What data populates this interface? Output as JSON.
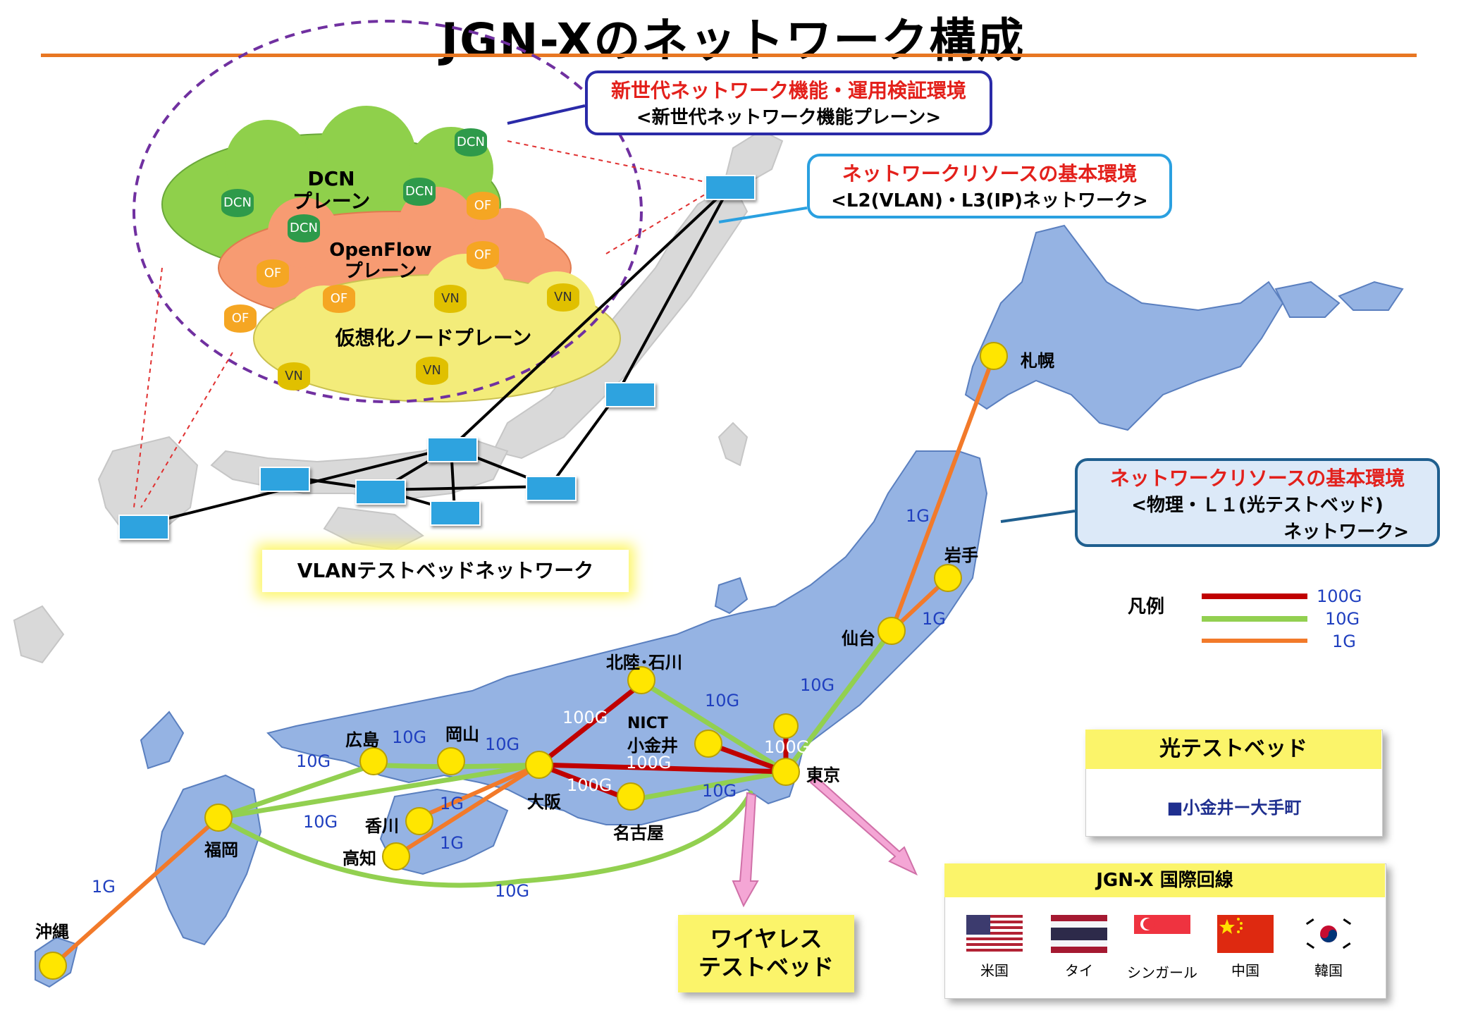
{
  "title": "JGN-Xのネットワーク構成",
  "callouts": {
    "nextgen": {
      "line1": "新世代ネットワーク機能・運用検証環境",
      "line2": "<新世代ネットワーク機能プレーン>"
    },
    "l2l3": {
      "line1": "ネットワークリソースの基本環境",
      "line2": "<L2(VLAN)・L3(IP)ネットワーク>"
    },
    "l1": {
      "line1": "ネットワークリソースの基本環境",
      "line2": "<物理・Ｌ１(光テストベッド)",
      "line3": "ネットワーク>"
    }
  },
  "planes": {
    "dcn": {
      "line1": "DCN",
      "line2": "プレーン",
      "node_label": "DCN"
    },
    "openflow": {
      "line1": "OpenFlow",
      "line2": "プレーン",
      "node_label": "OF"
    },
    "vn": {
      "line1": "仮想化ノードプレーン",
      "node_label": "VN"
    }
  },
  "vlan_label": "VLANテストベッドネットワーク",
  "legend": {
    "title": "凡例",
    "items": [
      {
        "label": "100G",
        "color": "#c00000"
      },
      {
        "label": "10G",
        "color": "#92d050"
      },
      {
        "label": "1G",
        "color": "#f27a2a"
      }
    ]
  },
  "cities": {
    "sapporo": "札幌",
    "iwate": "岩手",
    "sendai": "仙台",
    "tokyo": "東京",
    "hokuriku": "北陸･石川",
    "nict": "NICT",
    "koganei": "小金井",
    "osaka": "大阪",
    "nagoya": "名古屋",
    "okayama": "岡山",
    "hiroshima": "広島",
    "kagawa": "香川",
    "kochi": "高知",
    "fukuoka": "福岡",
    "okinawa": "沖縄"
  },
  "link_labels": {
    "sapporo_sendai": "1G",
    "iwate_sendai": "1G",
    "sendai_tokyo": "10G",
    "hokuriku_tokyo": "10G",
    "tokyo_top": "100G",
    "osaka_hokuriku": "100G",
    "osaka_tokyo": "100G",
    "osaka_nagoya": "100G",
    "nagoya_tokyo": "10G",
    "okayama_osaka": "10G",
    "hiroshima_okayama": "10G",
    "fukuoka_hiroshima": "10G",
    "fukuoka_osaka": "10G",
    "kagawa_osaka": "1G",
    "kochi_osaka": "1G",
    "fukuoka_tokyo": "10G",
    "okinawa_fukuoka": "1G"
  },
  "optical_testbed": {
    "title": "光テストベッド",
    "item": "■小金井ー大手町"
  },
  "wireless": {
    "line1": "ワイヤレス",
    "line2": "テストベッド"
  },
  "international": {
    "title": "JGN-X 国際回線",
    "countries": [
      {
        "name": "米国",
        "icon": "us-flag"
      },
      {
        "name": "タイ",
        "icon": "thailand-flag"
      },
      {
        "name": "シンガール",
        "icon": "singapore-flag"
      },
      {
        "name": "中国",
        "icon": "china-flag"
      },
      {
        "name": "韓国",
        "icon": "korea-flag"
      }
    ]
  }
}
